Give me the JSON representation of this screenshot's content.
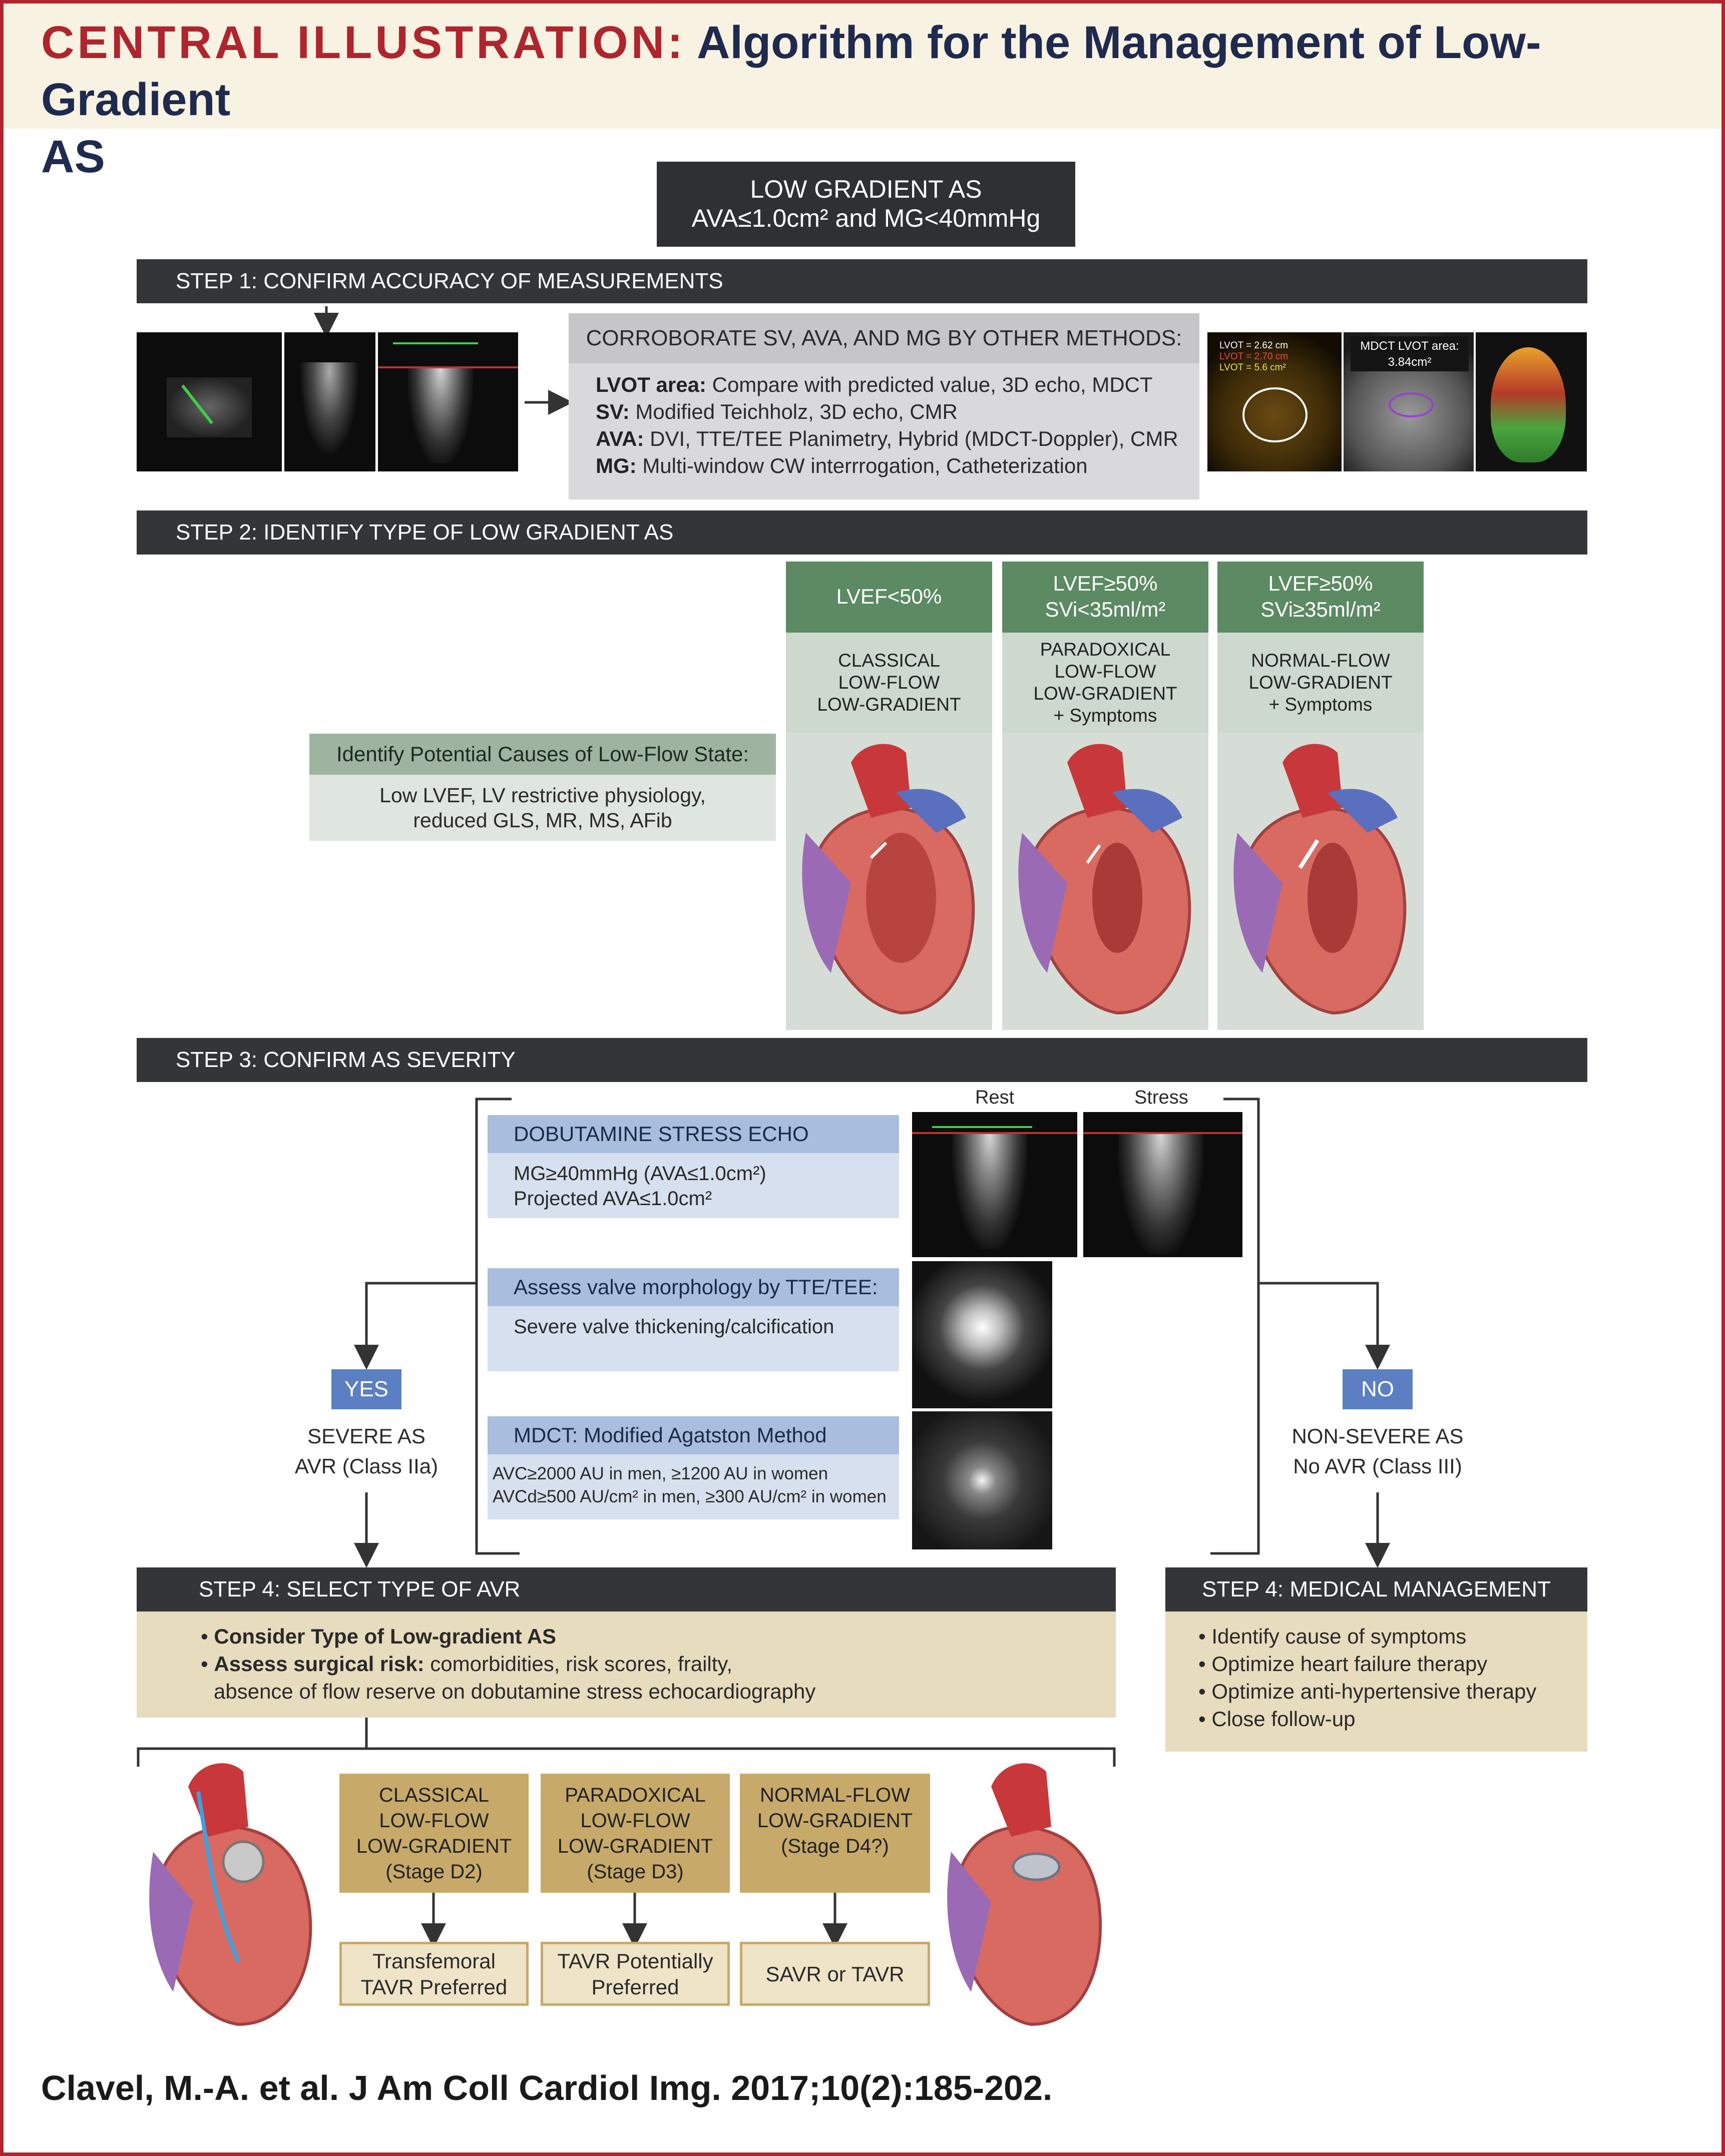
{
  "header": {
    "title_prefix": "CENTRAL ILLUSTRATION:",
    "title_main": "Algorithm for the Management of Low-Gradient",
    "title_line2": "AS"
  },
  "top_box": {
    "line1": "LOW GRADIENT AS",
    "line2": "AVA≤1.0cm² and MG<40mmHg"
  },
  "step1": {
    "label": "STEP 1: CONFIRM ACCURACY OF MEASUREMENTS",
    "box_header": "CORROBORATE SV, AVA, AND MG BY OTHER METHODS:",
    "items": [
      {
        "key": "LVOT area:",
        "text": " Compare with predicted value, 3D echo, MDCT"
      },
      {
        "key": "SV:",
        "text": " Modified Teichholz, 3D echo, CMR"
      },
      {
        "key": "AVA:",
        "text": " DVI, TTE/TEE Planimetry, Hybrid (MDCT-Doppler), CMR"
      },
      {
        "key": "MG:",
        "text": " Multi-window CW interrrogation, Catheterization"
      }
    ],
    "echo_labels": {
      "lvot_diam1": "LVOT",
      "lvot_diam1_val": "= 2.62 cm",
      "lvot_diam2_val": "= 2.70 cm",
      "lvot_area_val": "= 5.6 cm²",
      "mdct_area_label": "MDCT LVOT area:",
      "mdct_area_value": "3.84cm²"
    }
  },
  "step2": {
    "label": "STEP 2: IDENTIFY TYPE OF LOW GRADIENT AS",
    "columns": [
      {
        "head": [
          "LVEF<50%"
        ],
        "sub": [
          "CLASSICAL",
          "LOW-FLOW",
          "LOW-GRADIENT"
        ]
      },
      {
        "head": [
          "LVEF≥50%",
          "SVi<35ml/m²"
        ],
        "sub": [
          "PARADOXICAL",
          "LOW-FLOW",
          "LOW-GRADIENT",
          "+ Symptoms"
        ]
      },
      {
        "head": [
          "LVEF≥50%",
          "SVi≥35ml/m²"
        ],
        "sub": [
          "NORMAL-FLOW",
          "LOW-GRADIENT",
          "+ Symptoms"
        ]
      }
    ],
    "causes_header": "Identify Potential Causes of Low-Flow State:",
    "causes_line1": "Low LVEF, LV restrictive physiology,",
    "causes_line2": "reduced GLS, MR, MS, AFib"
  },
  "step3": {
    "label": "STEP 3: CONFIRM AS SEVERITY",
    "rest_label": "Rest",
    "stress_label": "Stress",
    "dse_header": "DOBUTAMINE STRESS ECHO",
    "dse_line1": "MG≥40mmHg (AVA≤1.0cm²)",
    "dse_line2": "Projected AVA≤1.0cm²",
    "morph_header": "Assess valve morphology by TTE/TEE:",
    "morph_line1": "Severe valve thickening/calcification",
    "mdct_header": "MDCT: Modified Agatston Method",
    "mdct_line1": "AVC≥2000 AU in men, ≥1200 AU in women",
    "mdct_line2": "AVCd≥500 AU/cm² in men, ≥300 AU/cm² in women",
    "yes_label": "YES",
    "yes_line1": "SEVERE AS",
    "yes_line2": "AVR (Class IIa)",
    "no_label": "NO",
    "no_line1": "NON-SEVERE AS",
    "no_line2": "No AVR (Class III)"
  },
  "step4_avr": {
    "label": "STEP 4: SELECT TYPE OF AVR",
    "bullet1_bold": "Consider Type of Low-gradient AS",
    "bullet2_bold": "Assess surgical risk:",
    "bullet2_text": " comorbidities, risk scores, frailty,",
    "bullet2_cont": "absence of flow reserve on dobutamine stress echocardiography",
    "types": [
      {
        "lines": [
          "CLASSICAL",
          "LOW-FLOW",
          "LOW-GRADIENT",
          "(Stage D2)"
        ],
        "outcome": [
          "Transfemoral",
          "TAVR Preferred"
        ]
      },
      {
        "lines": [
          "PARADOXICAL",
          "LOW-FLOW",
          "LOW-GRADIENT",
          "(Stage D3)"
        ],
        "outcome": [
          "TAVR Potentially",
          "Preferred"
        ]
      },
      {
        "lines": [
          "NORMAL-FLOW",
          "LOW-GRADIENT",
          "(Stage D4?)"
        ],
        "outcome": [
          "SAVR or TAVR"
        ]
      }
    ]
  },
  "step4_med": {
    "label": "STEP 4: MEDICAL MANAGEMENT",
    "items": [
      "Identify cause of symptoms",
      "Optimize heart failure therapy",
      "Optimize anti-hypertensive therapy",
      "Close follow-up"
    ]
  },
  "citation": "Clavel, M.-A. et al. J Am Coll Cardiol Img. 2017;10(2):185-202.",
  "colors": {
    "brand_red": "#b0252d",
    "navy": "#1f2a4f",
    "step_bar": "#343538",
    "green": "#5c8a63",
    "blue": "#5b7fc2",
    "tan": "#c7aa6a"
  }
}
